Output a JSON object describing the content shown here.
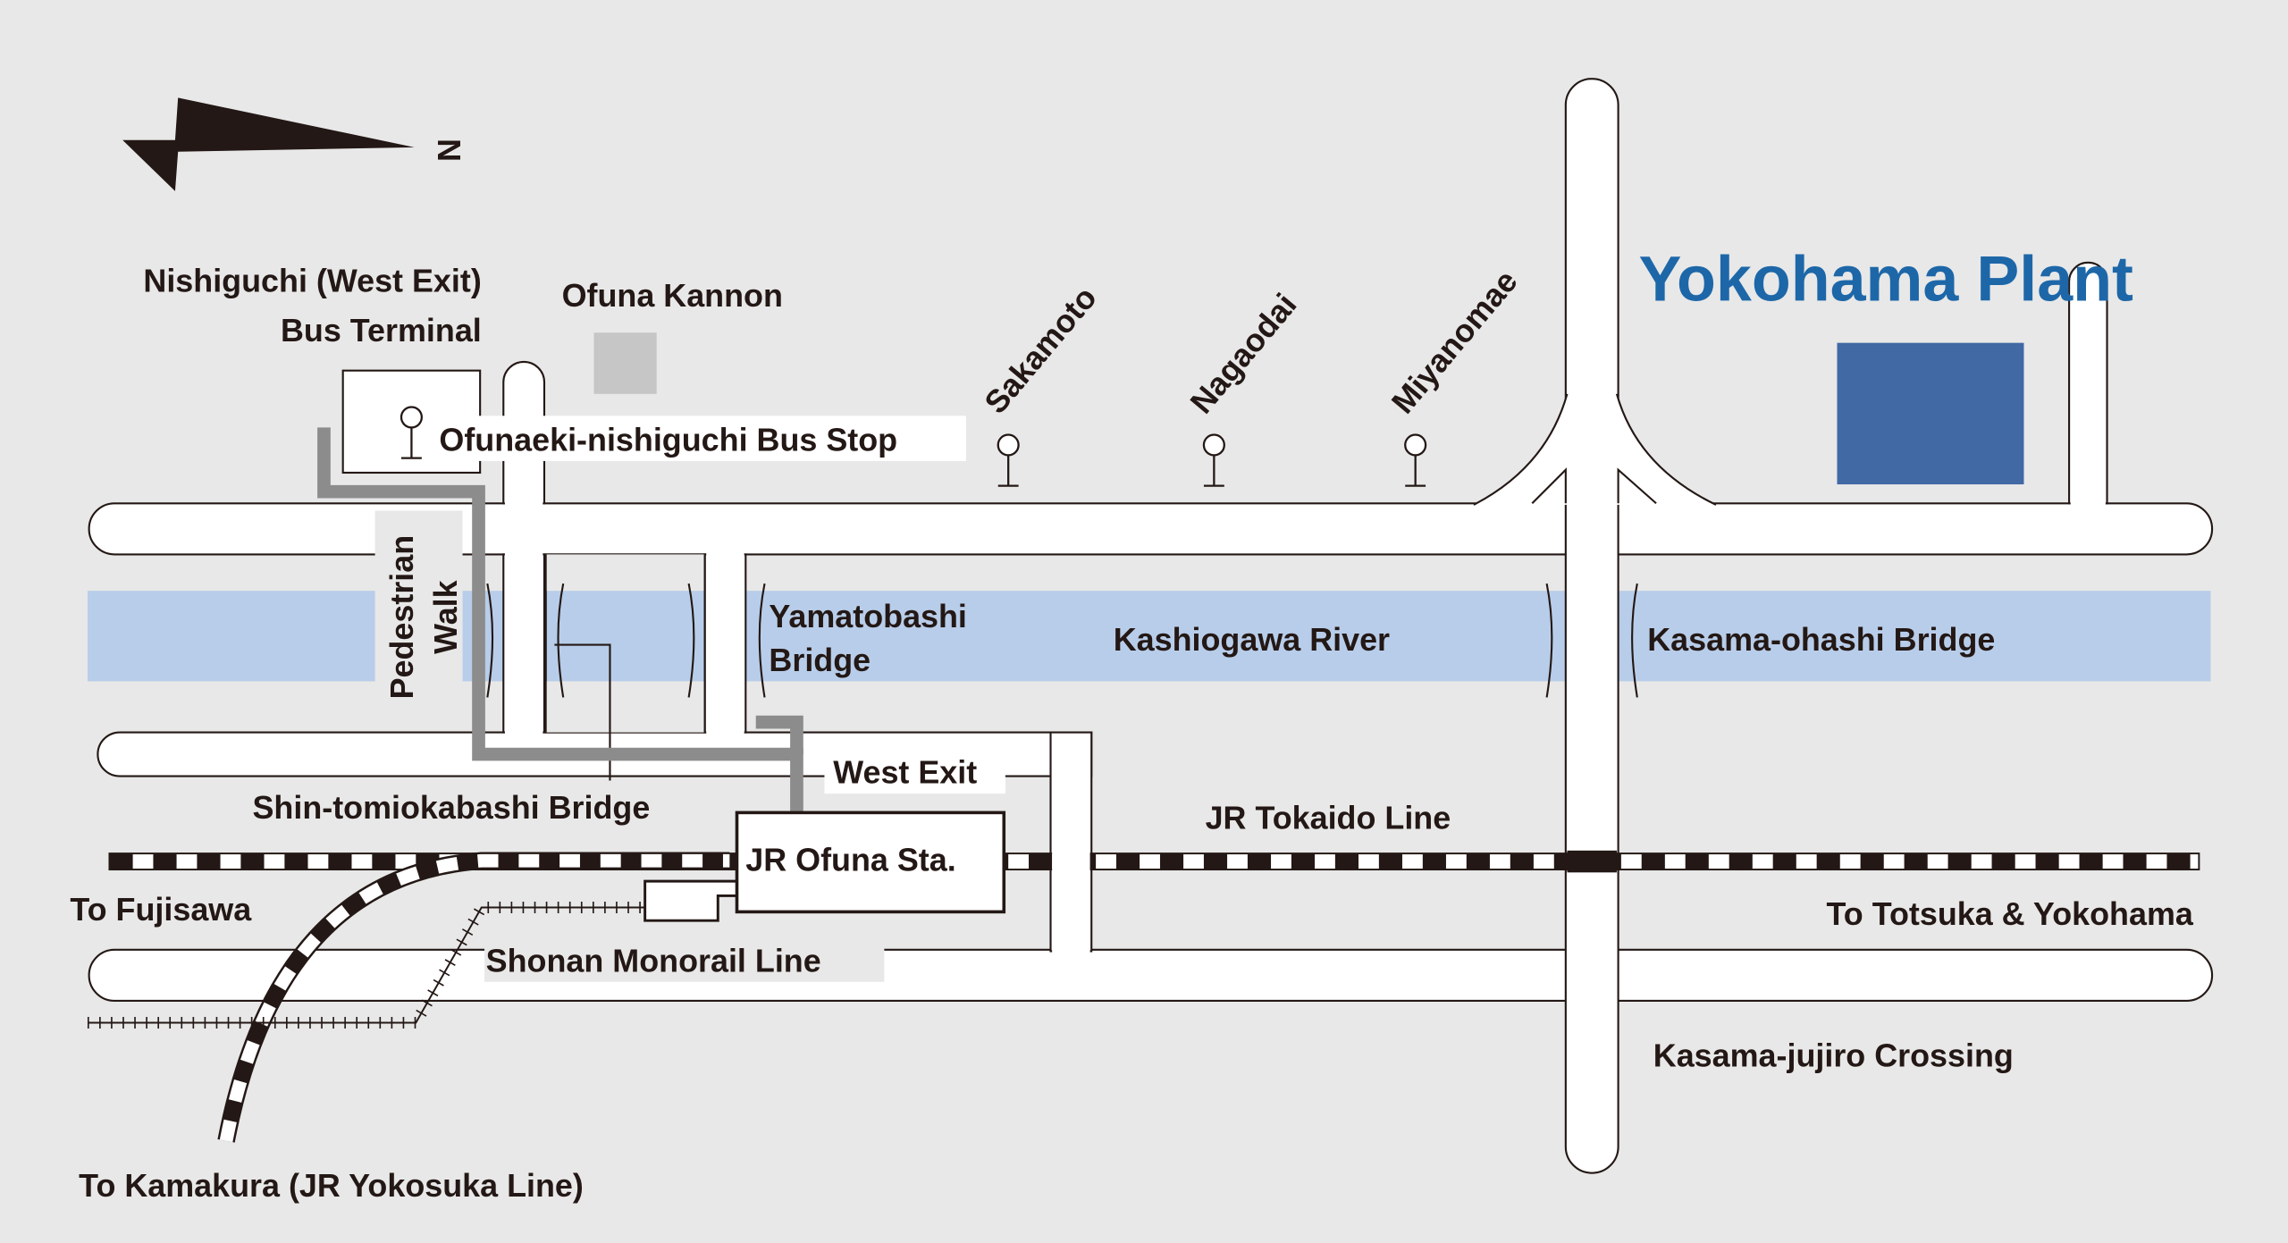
{
  "colors": {
    "background": "#e8e8e8",
    "road": "#ffffff",
    "road_outline": "#231815",
    "river": "#b8cde9",
    "plant": "#4169a4",
    "plant_label": "#1d67a8",
    "walkway": "#8c8c8c",
    "kannon": "#c6c6c6"
  },
  "compass": {
    "label": "N",
    "icon": "north-arrow-icon"
  },
  "plant": {
    "name": "Yokohama Plant"
  },
  "places": {
    "bus_terminal_line1": "Nishiguchi (West Exit)",
    "bus_terminal_line2": "Bus Terminal",
    "ofuna_kannon": "Ofuna Kannon",
    "bus_stop": "Ofunaeki-nishiguchi Bus Stop",
    "pedestrian_line1": "Pedestrian",
    "pedestrian_line2": "Walk",
    "yamatobashi_line1": "Yamatobashi",
    "yamatobashi_line2": "Bridge",
    "river": "Kashiogawa River",
    "kasama_ohashi": "Kasama-ohashi Bridge",
    "west_exit": "West Exit",
    "shin_tomiokabashi": "Shin-tomiokabashi Bridge",
    "station": "JR Ofuna Sta.",
    "tokaido": "JR Tokaido Line",
    "to_fujisawa": "To Fujisawa",
    "to_totsuka": "To Totsuka & Yokohama",
    "monorail": "Shonan Monorail Line",
    "kasama_jujiro": "Kasama-jujiro Crossing",
    "to_kamakura": "To Kamakura (JR Yokosuka Line)"
  },
  "bus_stops": [
    {
      "name": "Sakamoto",
      "icon": "bus-stop-icon"
    },
    {
      "name": "Nagaodai",
      "icon": "bus-stop-icon"
    },
    {
      "name": "Miyanomae",
      "icon": "bus-stop-icon"
    }
  ]
}
